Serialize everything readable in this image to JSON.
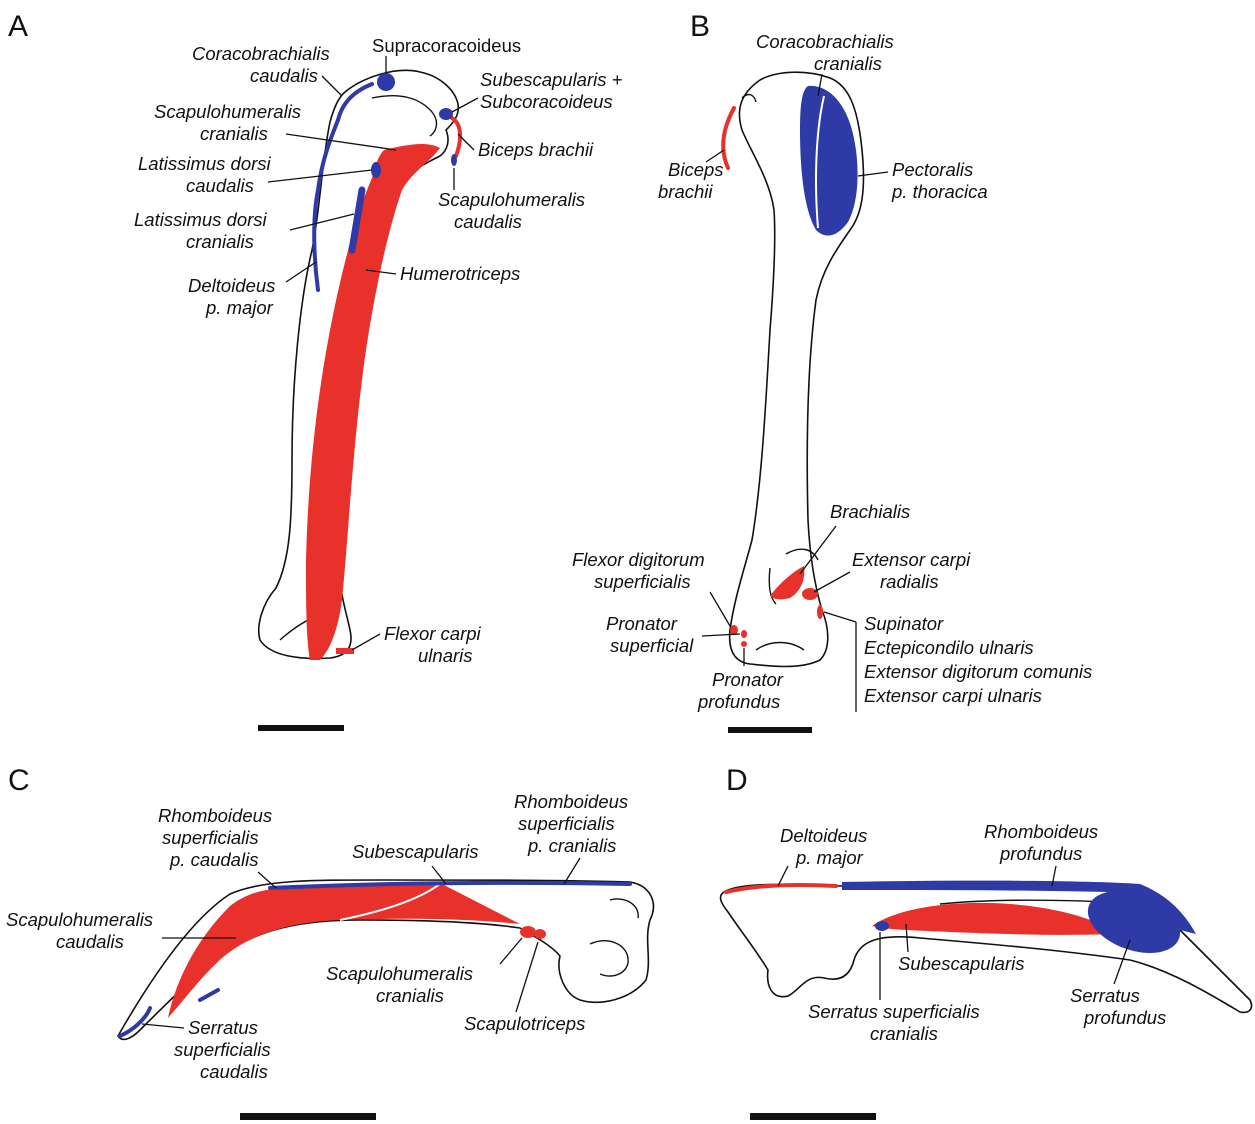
{
  "panels": {
    "A": {
      "letter": "A",
      "labels": {
        "coracobrachialis_caudalis_1": "Coracobrachialis",
        "coracobrachialis_caudalis_2": "caudalis",
        "supracoracoideus": "Supracoracoideus",
        "subescapularis_1": "Subescapularis +",
        "subescapularis_2": "Subcoracoideus",
        "scapulohumeralis_cranialis_1": "Scapulohumeralis",
        "scapulohumeralis_cranialis_2": "cranialis",
        "biceps_brachii": "Biceps brachii",
        "latissimus_caudalis_1": "Latissimus dorsi",
        "latissimus_caudalis_2": "caudalis",
        "scapulohumeralis_caudalis_1": "Scapulohumeralis",
        "scapulohumeralis_caudalis_2": "caudalis",
        "latissimus_cranialis_1": "Latissimus dorsi",
        "latissimus_cranialis_2": "cranialis",
        "humerotriceps": "Humerotriceps",
        "deltoideus_1": "Deltoideus",
        "deltoideus_2": "p. major",
        "flexor_carpi_1": "Flexor carpi",
        "flexor_carpi_2": "ulnaris"
      }
    },
    "B": {
      "letter": "B",
      "labels": {
        "coracobrachialis_cranialis_1": "Coracobrachialis",
        "coracobrachialis_cranialis_2": "cranialis",
        "biceps_1": "Biceps",
        "biceps_2": "brachii",
        "pectoralis_1": "Pectoralis",
        "pectoralis_2": "p. thoracica",
        "brachialis": "Brachialis",
        "flexor_digitorum_1": "Flexor digitorum",
        "flexor_digitorum_2": "superficialis",
        "extensor_carpi_radialis_1": "Extensor carpi",
        "extensor_carpi_radialis_2": "radialis",
        "pronator_superficial_1": "Pronator",
        "pronator_superficial_2": "superficial",
        "supinator": "Supinator",
        "ectepicondilo": "Ectepicondilo ulnaris",
        "extensor_digitorum": "Extensor digitorum comunis",
        "extensor_carpi_ulnaris": "Extensor carpi ulnaris",
        "pronator_profundus_1": "Pronator",
        "pronator_profundus_2": "profundus"
      }
    },
    "C": {
      "letter": "C",
      "labels": {
        "rhomboideus_caudalis_1": "Rhomboideus",
        "rhomboideus_caudalis_2": "superficialis",
        "rhomboideus_caudalis_3": "p. caudalis",
        "rhomboideus_cranialis_1": "Rhomboideus",
        "rhomboideus_cranialis_2": "superficialis",
        "rhomboideus_cranialis_3": "p. cranialis",
        "subescapularis": "Subescapularis",
        "scapulohumeralis_caudalis_1": "Scapulohumeralis",
        "scapulohumeralis_caudalis_2": "caudalis",
        "scapulohumeralis_cranialis_1": "Scapulohumeralis",
        "scapulohumeralis_cranialis_2": "cranialis",
        "scapulotriceps": "Scapulotriceps",
        "serratus_1": "Serratus",
        "serratus_2": "superficialis",
        "serratus_3": "caudalis"
      }
    },
    "D": {
      "letter": "D",
      "labels": {
        "deltoideus_1": "Deltoideus",
        "deltoideus_2": "p. major",
        "rhomboideus_1": "Rhomboideus",
        "rhomboideus_2": "profundus",
        "subescapularis": "Subescapularis",
        "serratus_sup_1": "Serratus superficialis",
        "serratus_sup_2": "cranialis",
        "serratus_prof_1": "Serratus",
        "serratus_prof_2": "profundus"
      }
    }
  },
  "colors": {
    "insertion": "#e8312b",
    "origin": "#2e3aa6",
    "outline": "#111111"
  }
}
